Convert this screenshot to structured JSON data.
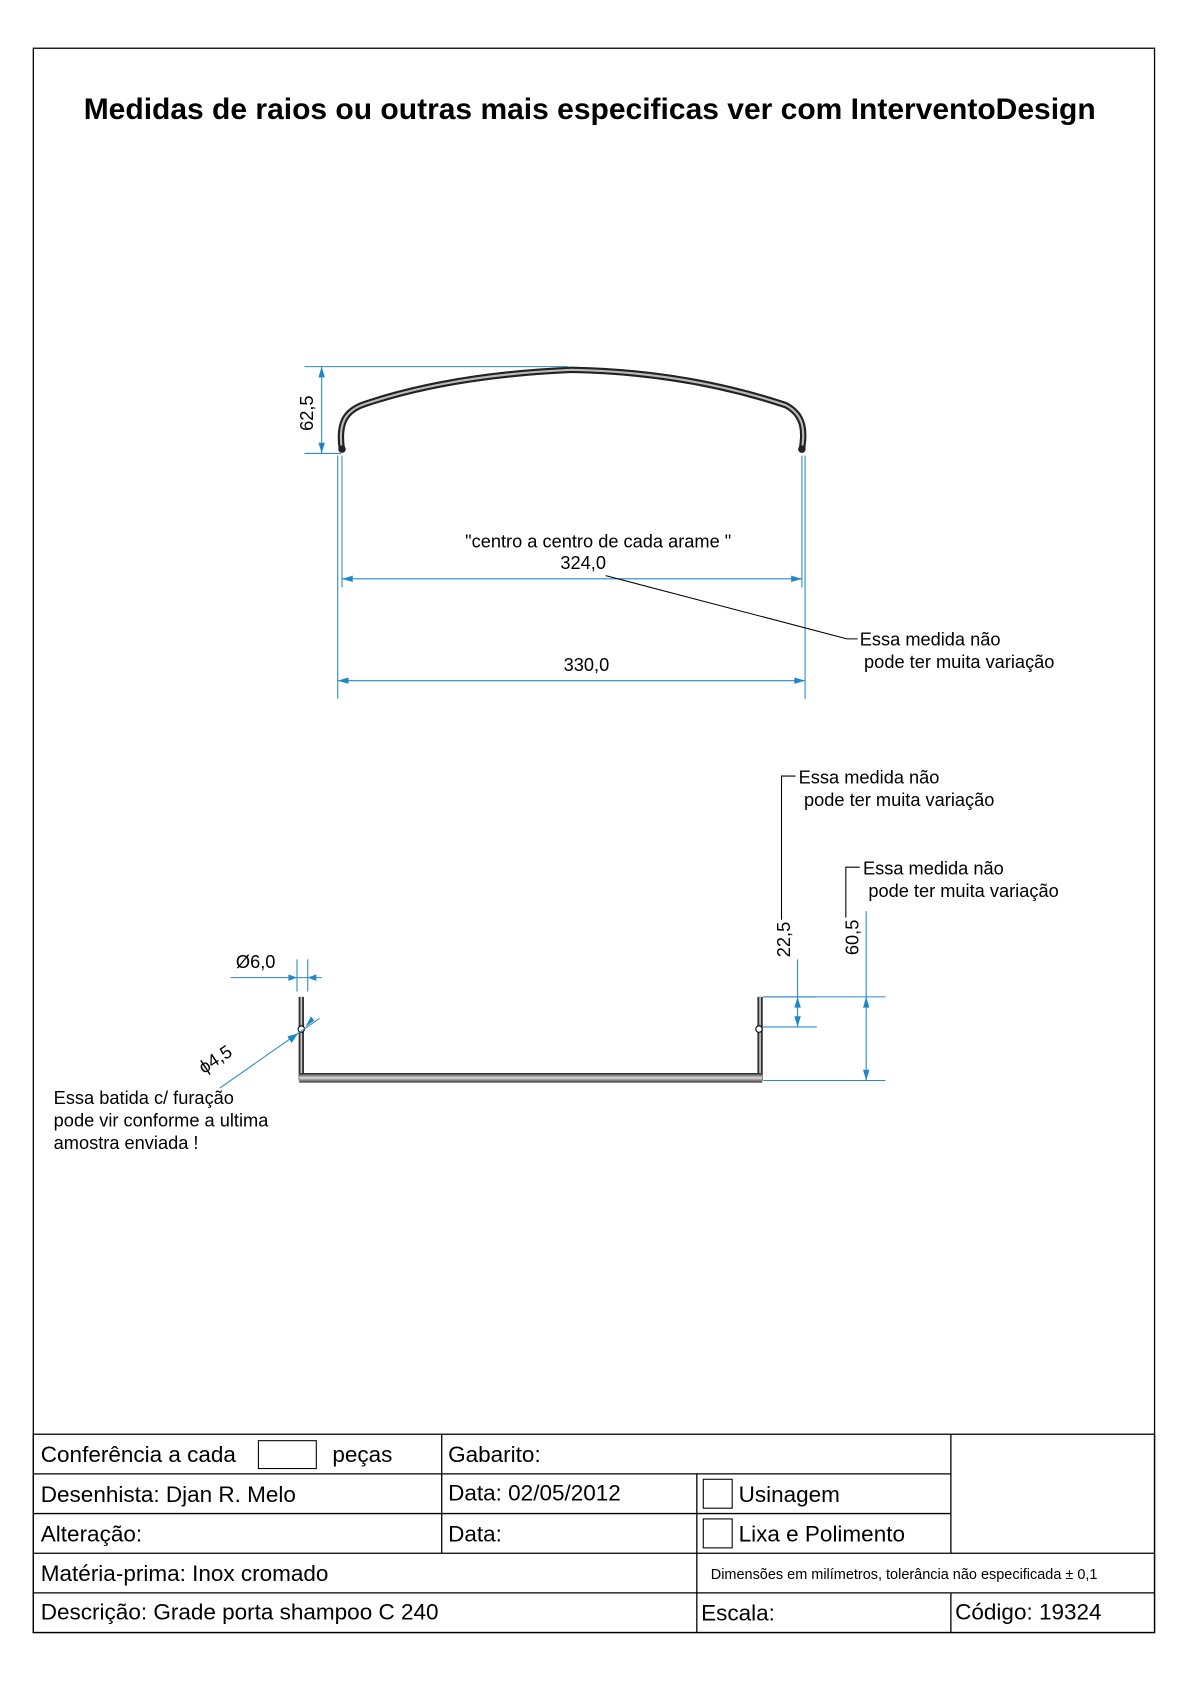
{
  "title": "Medidas de raios ou outras mais especificas ver com InterventoDesign",
  "top_view": {
    "height_dim": "62,5",
    "center_note": "\"centro a centro de cada arame \"",
    "center_dim": "324,0",
    "overall_dim": "330,0",
    "note_line1": "Essa medida não",
    "note_line2": "pode ter muita variação"
  },
  "side_view": {
    "wire_dia": "Ø6,0",
    "hole_dia": "ϕ4,5",
    "hole_note": [
      "Essa batida c/ furação",
      "pode vir conforme a ultima",
      "amostra enviada !"
    ],
    "hole_height_dim": "22,5",
    "total_height_dim": "60,5",
    "note1_line1": "Essa medida não",
    "note1_line2": "pode ter muita variação",
    "note2_line1": "Essa medida não",
    "note2_line2": "pode ter muita variação"
  },
  "title_block": {
    "conferencia_label": "Conferência a cada",
    "pecas_label": "peças",
    "gabarito_label": "Gabarito:",
    "desenhista": "Desenhista: Djan R. Melo",
    "data1": "Data: 02/05/2012",
    "usinagem": "Usinagem",
    "alteracao": "Alteração:",
    "data2": "Data:",
    "lixa": "Lixa e Polimento",
    "materia": "Matéria-prima: Inox cromado",
    "dimensoes": "Dimensões em milímetros, tolerância não especificada ± 0,1",
    "descricao": "Descrição: Grade porta shampoo C 240",
    "escala": "Escala:",
    "codigo": "Código: 19324"
  }
}
